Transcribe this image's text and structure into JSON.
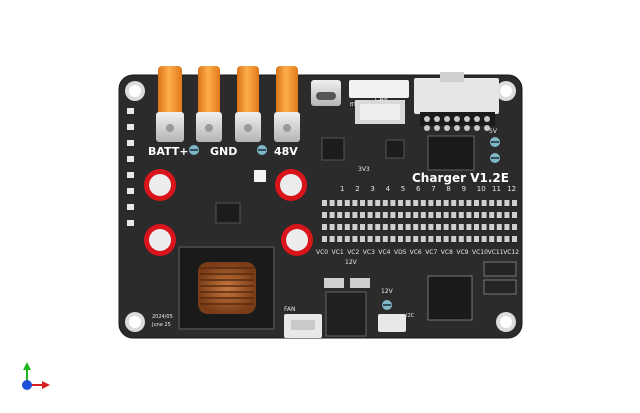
{
  "board": {
    "title": "Charger V1.2E",
    "terminals": [
      "BATT+",
      "GND",
      "48V"
    ],
    "channel_numbers": [
      "1",
      "2",
      "3",
      "4",
      "5",
      "6",
      "7",
      "8",
      "9",
      "10",
      "11",
      "12"
    ],
    "vc_labels": [
      "VC0",
      "VC1",
      "VC2",
      "VC3",
      "VC4",
      "VD5",
      "VC6",
      "VC7",
      "VC8",
      "VC9",
      "VC10",
      "VC11",
      "VC12"
    ],
    "labels": {
      "v3v3": "3V3",
      "v5": "5V",
      "v12": "12V",
      "v12b": "12V",
      "fan": "FAN",
      "can": "CAN",
      "i2c": "I2C",
      "bt": "BT",
      "date1": "2024/05",
      "date2": "June 25"
    },
    "colors": {
      "board": "#2b2b2b",
      "terminal": "#f28a1e",
      "pad_ring": "#d9141b",
      "silkscreen": "#ffffff"
    }
  },
  "axes_gizmo": {
    "colors": {
      "x": "#d81e1e",
      "y": "#1fb51f",
      "z": "#1e4fd8"
    }
  }
}
